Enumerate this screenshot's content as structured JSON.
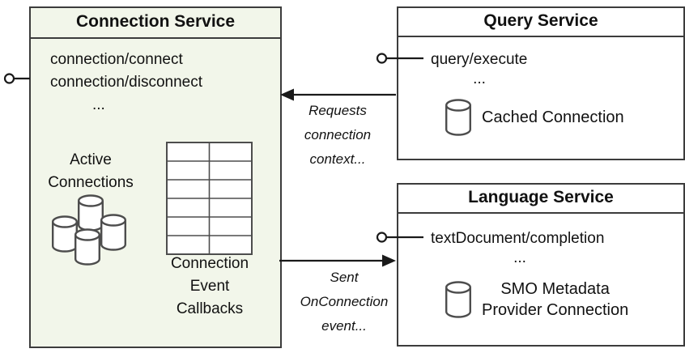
{
  "connection_service": {
    "title": "Connection Service",
    "methods": [
      "connection/connect",
      "connection/disconnect",
      "..."
    ],
    "active_connections_label": "Active\nConnections",
    "callbacks_label": "Connection\nEvent\nCallbacks"
  },
  "query_service": {
    "title": "Query Service",
    "method": "query/execute",
    "ellipsis": "...",
    "connection_label": "Cached Connection"
  },
  "language_service": {
    "title": "Language Service",
    "method": "textDocument/completion",
    "ellipsis": "...",
    "connection_label": "SMO Metadata\nProvider Connection"
  },
  "arrows": {
    "requests_label": "Requests\nconnection\ncontext...",
    "sent_label": "Sent\nOnConnection\nevent..."
  },
  "colors": {
    "box_border": "#3c3c3c",
    "connection_service_fill": "#f2f6ea",
    "service_fill": "#ffffff",
    "line": "#1a1a1a",
    "icon_stroke": "#4d4d4d"
  }
}
